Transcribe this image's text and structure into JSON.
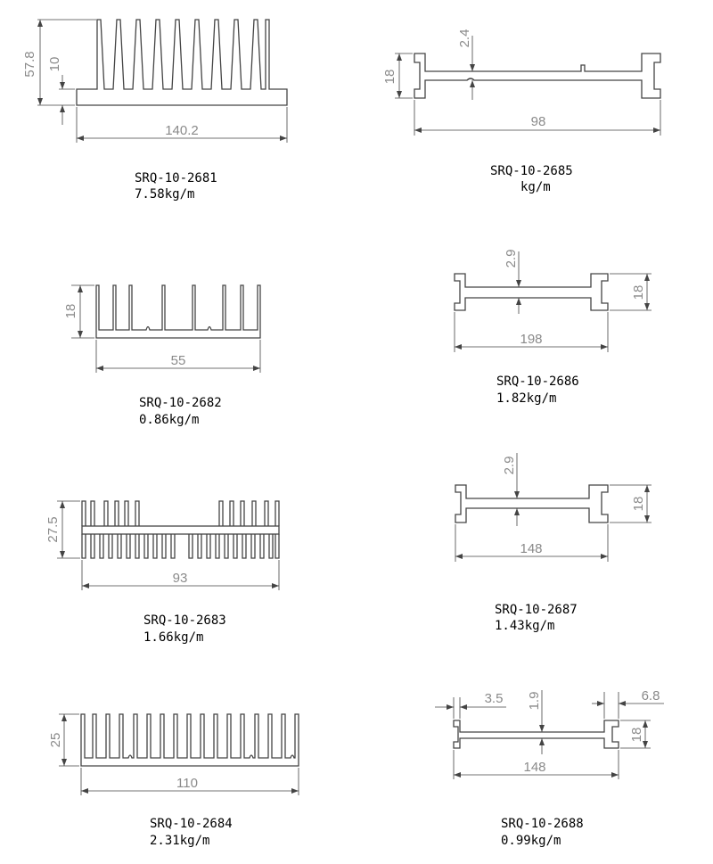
{
  "sheet": {
    "line_color": "#444444",
    "dim_text_color": "#8a8a8a",
    "caption_color": "#000000",
    "profiles": [
      {
        "code": "SRQ-10-2681",
        "weight": "7.58kg/m",
        "dims": {
          "width": "140.2",
          "height": "57.8",
          "base": "10"
        }
      },
      {
        "code": "SRQ-10-2682",
        "weight": "0.86kg/m",
        "dims": {
          "width": "55",
          "height": "18"
        }
      },
      {
        "code": "SRQ-10-2683",
        "weight": "1.66kg/m",
        "dims": {
          "width": "93",
          "height": "27.5"
        }
      },
      {
        "code": "SRQ-10-2684",
        "weight": "2.31kg/m",
        "dims": {
          "width": "110",
          "height": "25"
        }
      },
      {
        "code": "SRQ-10-2685",
        "weight": "kg/m",
        "dims": {
          "width": "98",
          "height": "18",
          "web": "2.4"
        }
      },
      {
        "code": "SRQ-10-2686",
        "weight": "1.82kg/m",
        "dims": {
          "width": "198",
          "height": "18",
          "web": "2.9"
        }
      },
      {
        "code": "SRQ-10-2687",
        "weight": "1.43kg/m",
        "dims": {
          "width": "148",
          "height": "18",
          "web": "2.9"
        }
      },
      {
        "code": "SRQ-10-2688",
        "weight": "0.99kg/m",
        "dims": {
          "width": "148",
          "height": "18",
          "web": "1.9",
          "flange_left": "3.5",
          "flange_right": "6.8"
        }
      }
    ]
  }
}
